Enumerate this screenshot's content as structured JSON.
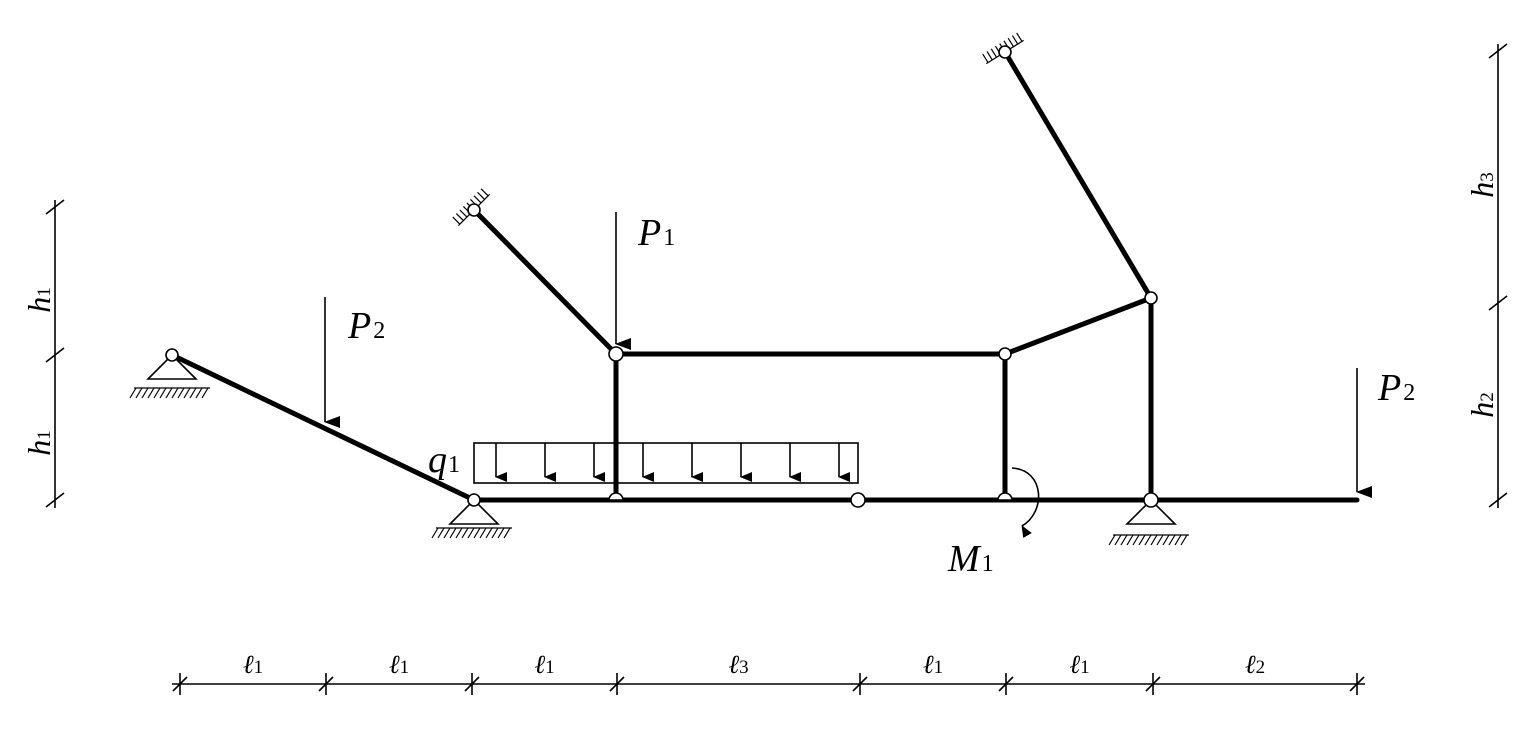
{
  "loads": {
    "p1": {
      "symbol": "P",
      "index": "1"
    },
    "p2_left": {
      "symbol": "P",
      "index": "2"
    },
    "p2_right": {
      "symbol": "P",
      "index": "2"
    },
    "q1": {
      "symbol": "q",
      "index": "1"
    },
    "m1": {
      "symbol": "M",
      "index": "1"
    }
  },
  "dimensions": {
    "horizontal": [
      {
        "symbol": "ℓ",
        "index": "1"
      },
      {
        "symbol": "ℓ",
        "index": "1"
      },
      {
        "symbol": "ℓ",
        "index": "1"
      },
      {
        "symbol": "ℓ",
        "index": "3"
      },
      {
        "symbol": "ℓ",
        "index": "1"
      },
      {
        "symbol": "ℓ",
        "index": "1"
      },
      {
        "symbol": "ℓ",
        "index": "2"
      }
    ],
    "left_vertical": [
      {
        "symbol": "h",
        "index": "1"
      },
      {
        "symbol": "h",
        "index": "1"
      }
    ],
    "right_vertical": [
      {
        "symbol": "h",
        "index": "3"
      },
      {
        "symbol": "h",
        "index": "2"
      }
    ]
  },
  "support_icons": [
    "pin-support-icon",
    "fixed-wall-icon",
    "hinge-icon"
  ]
}
